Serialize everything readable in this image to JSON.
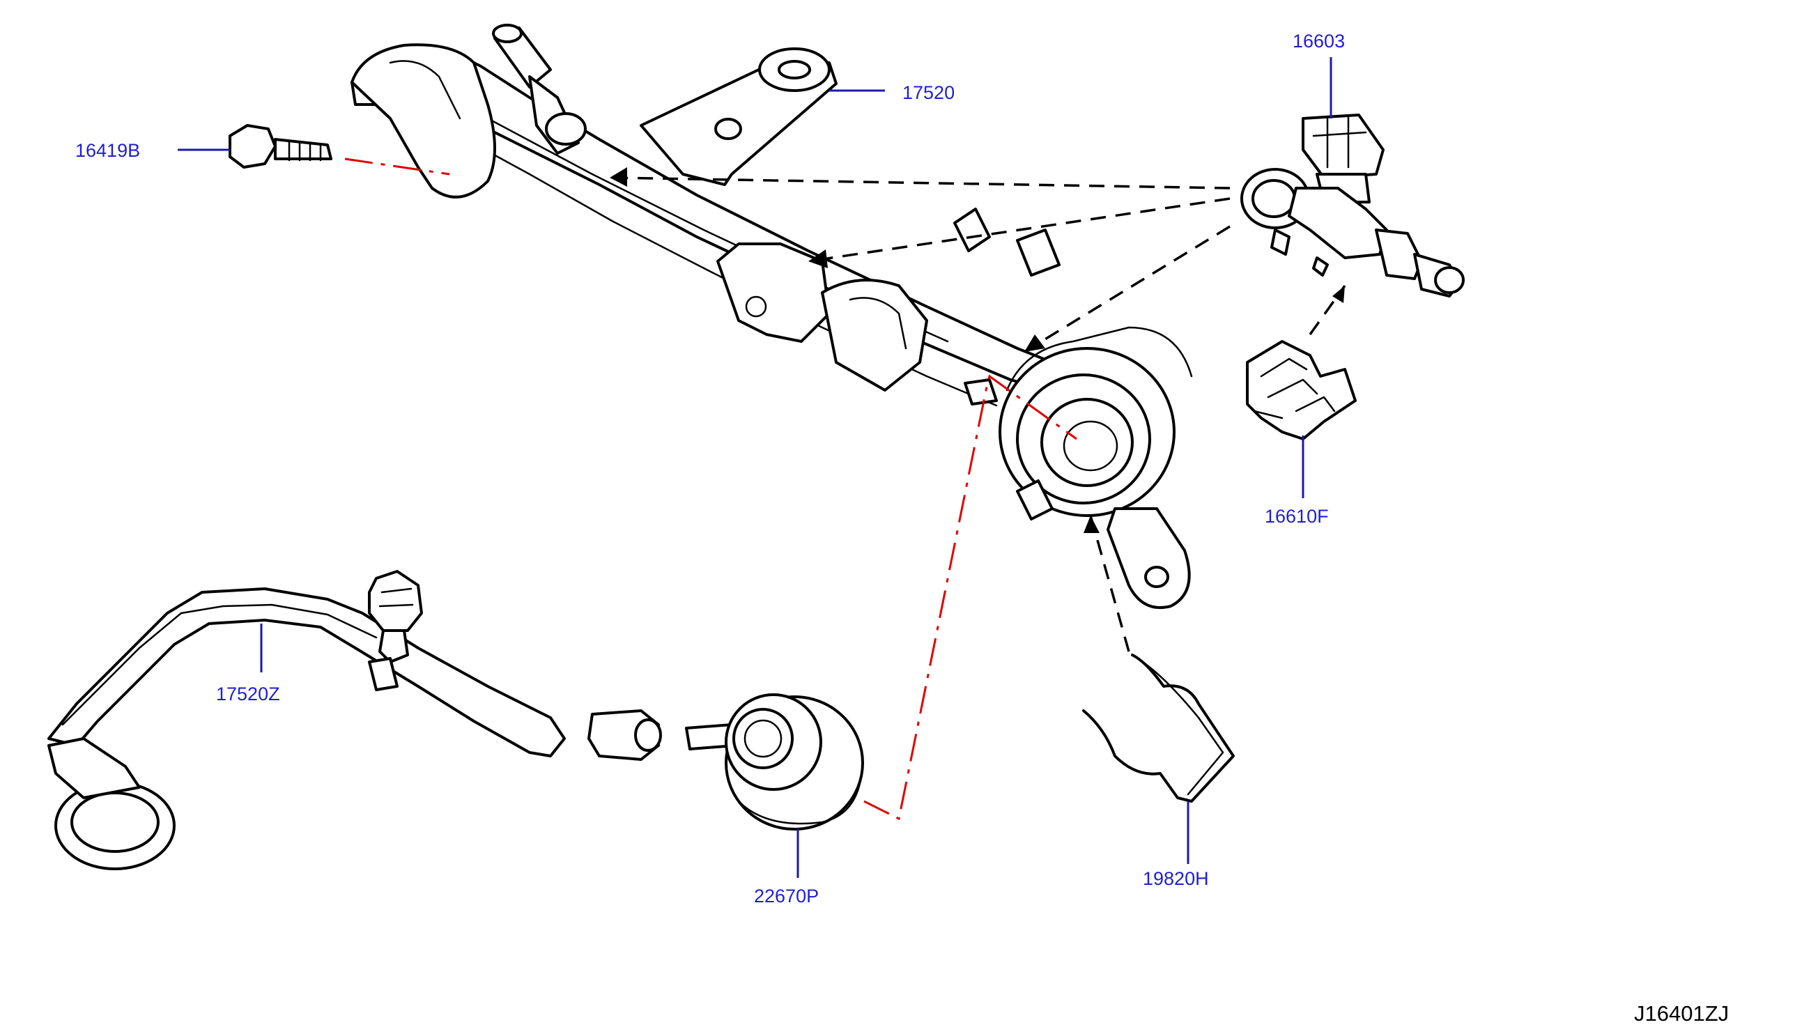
{
  "diagram": {
    "reference_code": "J16401ZJ",
    "callouts": [
      {
        "id": "16603",
        "label": "16603"
      },
      {
        "id": "17520",
        "label": "17520"
      },
      {
        "id": "16419B",
        "label": "16419B"
      },
      {
        "id": "16610F",
        "label": "16610F"
      },
      {
        "id": "17520Z",
        "label": "17520Z"
      },
      {
        "id": "22670P",
        "label": "22670P"
      },
      {
        "id": "19820H",
        "label": "19820H"
      }
    ],
    "colors": {
      "callout_text": "#1f1fd0",
      "leader_line": "#1a1aa8",
      "alignment_line_red": "#e00000",
      "outline": "#000000"
    }
  }
}
